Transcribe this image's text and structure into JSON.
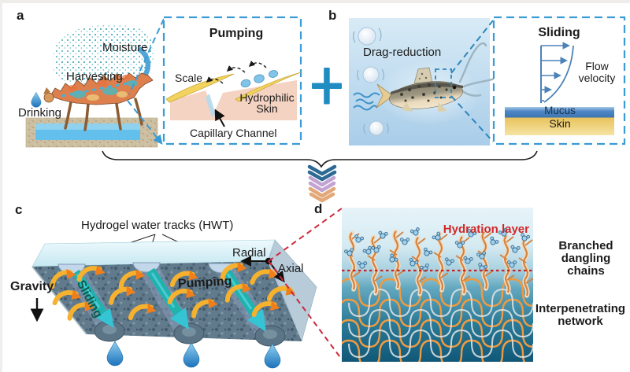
{
  "panels": {
    "a": {
      "label": "a",
      "moisture": "Moisture",
      "harvesting": "Harvesting",
      "drinking": "Drinking"
    },
    "pumping_inset": {
      "title": "Pumping",
      "scale": "Scale",
      "hydrophilic_line1": "Hydrophilic",
      "hydrophilic_line2": "Skin",
      "capillary_channel": "Capillary Channel"
    },
    "b": {
      "label": "b",
      "drag_reduction": "Drag-reduction"
    },
    "sliding_inset": {
      "title": "Sliding",
      "flow_line1": "Flow",
      "flow_line2": "velocity",
      "mucus": "Mucus",
      "skin": "Skin"
    },
    "c": {
      "label": "c",
      "title": "Hydrogel water tracks (HWT)",
      "gravity": "Gravity",
      "sliding_arrow": "Sliding",
      "pumping_arrow": "Pumping",
      "radial": "Radial",
      "axial": "Axial"
    },
    "d": {
      "label": "d",
      "hydration_layer": "Hydration layer",
      "branched_line1": "Branched",
      "branched_line2": "dangling chains",
      "network_line1": "Interpenetrating",
      "network_line2": "network"
    }
  },
  "colors": {
    "callout_blue": "#3a9bd5",
    "plus_blue": "#1f8dc2",
    "teal_arrow": "#1fb2ae",
    "orange_arrow": "#f6b12f",
    "hydration_red": "#d32727",
    "chain_orange": "#d4823f",
    "slab_face": "#617b8c",
    "droplet_blue": "#1f6fae",
    "chevron_blue": "#2c6a94",
    "chevron_purple": "#c2a3d2",
    "chevron_orange": "#e2a878",
    "mucus_blue": "#4e88c4",
    "skin_yellow": "#ecc968",
    "skin_pink": "#f5d3c2",
    "scale_yellow": "#f1d35e"
  }
}
